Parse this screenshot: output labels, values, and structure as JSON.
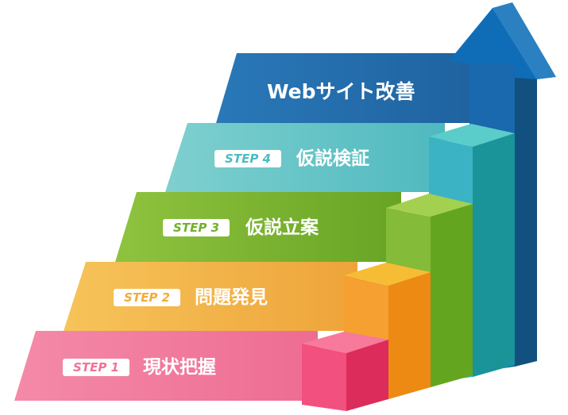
{
  "title": "Webサイト改善",
  "steps": [
    {
      "badge": "STEP 1",
      "label": "現状把握",
      "color": "#f0739a"
    },
    {
      "badge": "STEP 2",
      "label": "問題発見",
      "color": "#f2ac3a"
    },
    {
      "badge": "STEP 3",
      "label": "仮説立案",
      "color": "#72b02c"
    },
    {
      "badge": "STEP 4",
      "label": "仮説検証",
      "color": "#4cbcc2"
    }
  ],
  "colors": {
    "arrow": "#1e6fb3"
  }
}
